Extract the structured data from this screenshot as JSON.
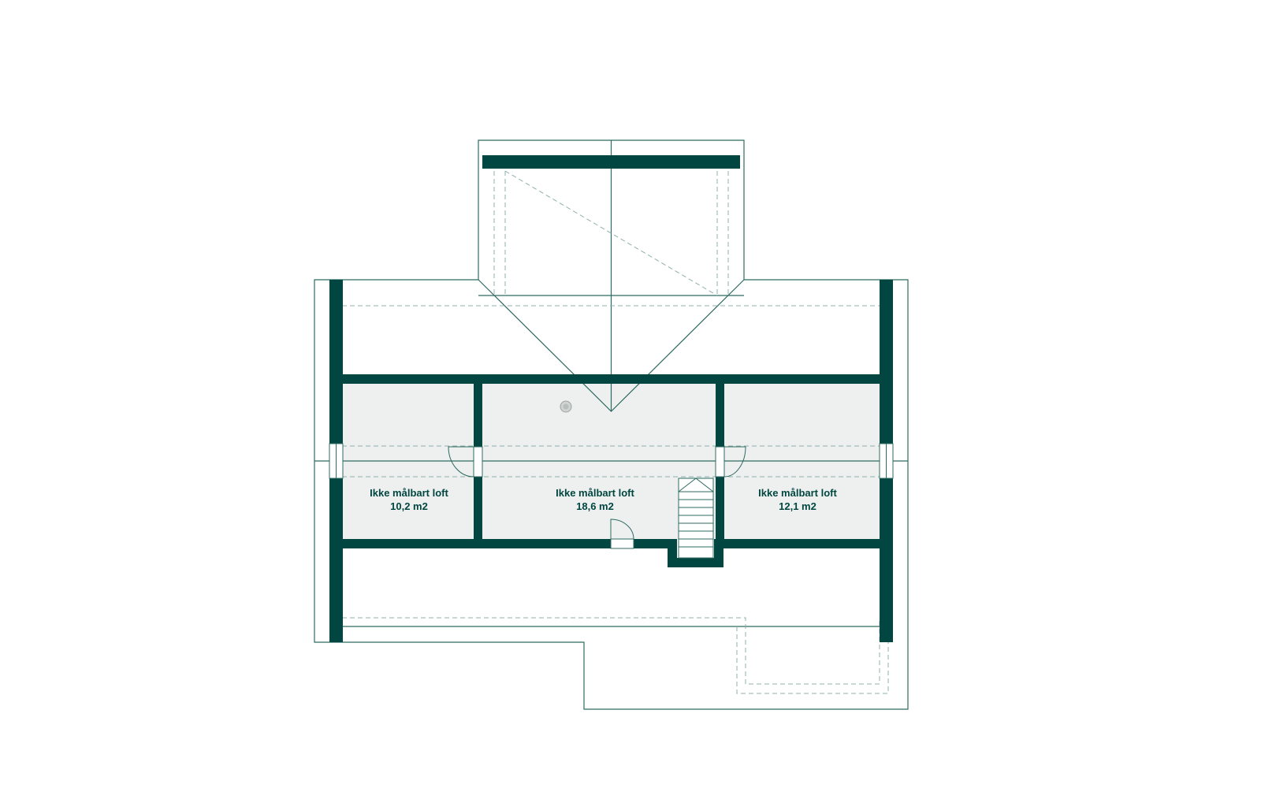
{
  "colors": {
    "wall": "#014640",
    "outline": "#2e6b62",
    "dashed": "#8fb0ab",
    "room_fill": "#eef0ef",
    "marker": "#cfd4d2"
  },
  "rooms": [
    {
      "id": "left",
      "label": "Ikke målbart loft",
      "area": "10,2 m2"
    },
    {
      "id": "center",
      "label": "Ikke målbart loft",
      "area": "18,6 m2"
    },
    {
      "id": "right",
      "label": "Ikke målbart loft",
      "area": "12,1 m2"
    }
  ],
  "icons": {
    "stair": "staircase-icon",
    "door": "door-swing-icon",
    "window": "window-icon",
    "vent": "roof-vent-icon"
  }
}
